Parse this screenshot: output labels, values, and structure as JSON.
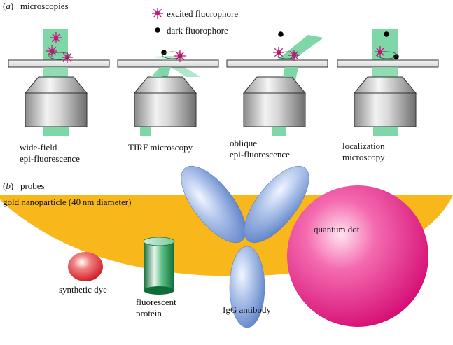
{
  "panel_a": {
    "tag": "a",
    "title": "microscopies",
    "legend": {
      "excited": "excited fluorophore",
      "dark": "dark fluorophore"
    },
    "methods": [
      {
        "line1": "wide-field",
        "line2": "epi-fluorescence"
      },
      {
        "line1": "TIRF microscopy",
        "line2": ""
      },
      {
        "line1": "oblique",
        "line2": "epi-fluorescence"
      },
      {
        "line1": "localization",
        "line2": "microscopy"
      }
    ]
  },
  "panel_b": {
    "tag": "b",
    "title": "probes",
    "probes": {
      "gold": "gold nanoparticle (40 nm diameter)",
      "quantum_dot": "quantum dot",
      "dye": "synthetic dye",
      "protein_line1": "fluorescent",
      "protein_line2": "protein",
      "antibody": "IgG antibody"
    }
  },
  "colors": {
    "beam": "#7fd6a6",
    "fluorophore": "#c8147a",
    "gold": "#f8b81c",
    "quantum_dot": "#e0117c",
    "antibody": "#6f8fd0",
    "protein": "#1f8f4e",
    "dye": "#d91e2a"
  }
}
